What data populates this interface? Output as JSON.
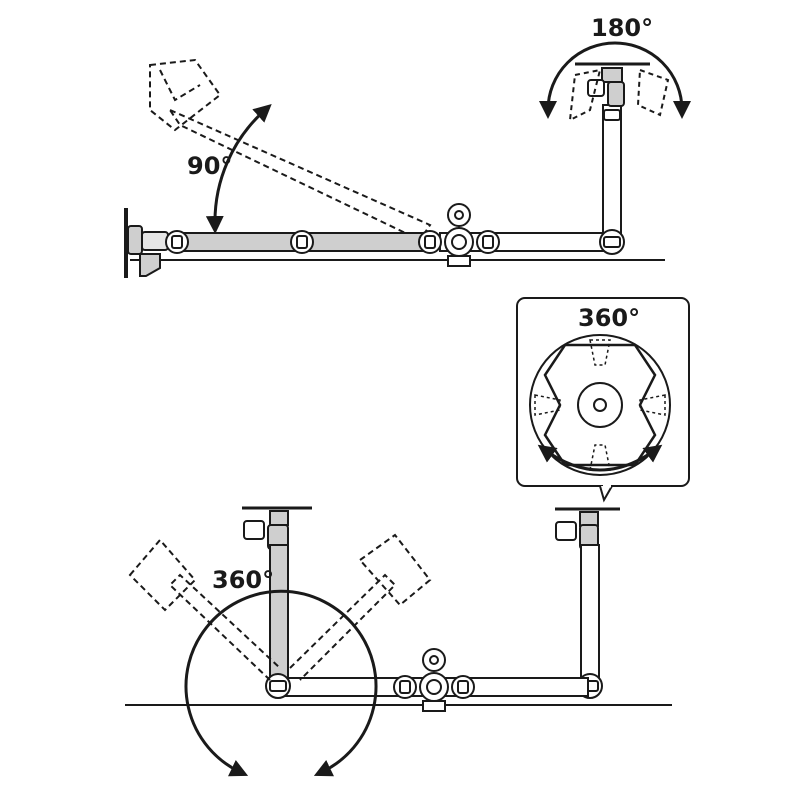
{
  "diagram": {
    "angle_tilt": "90°",
    "angle_swivel": "180°",
    "angle_rotate_plate": "360°",
    "angle_rotate_arm": "360°"
  },
  "colors": {
    "line": "#1a1a1a",
    "arm_fill": "#cfcfcf",
    "bg": "#ffffff"
  }
}
